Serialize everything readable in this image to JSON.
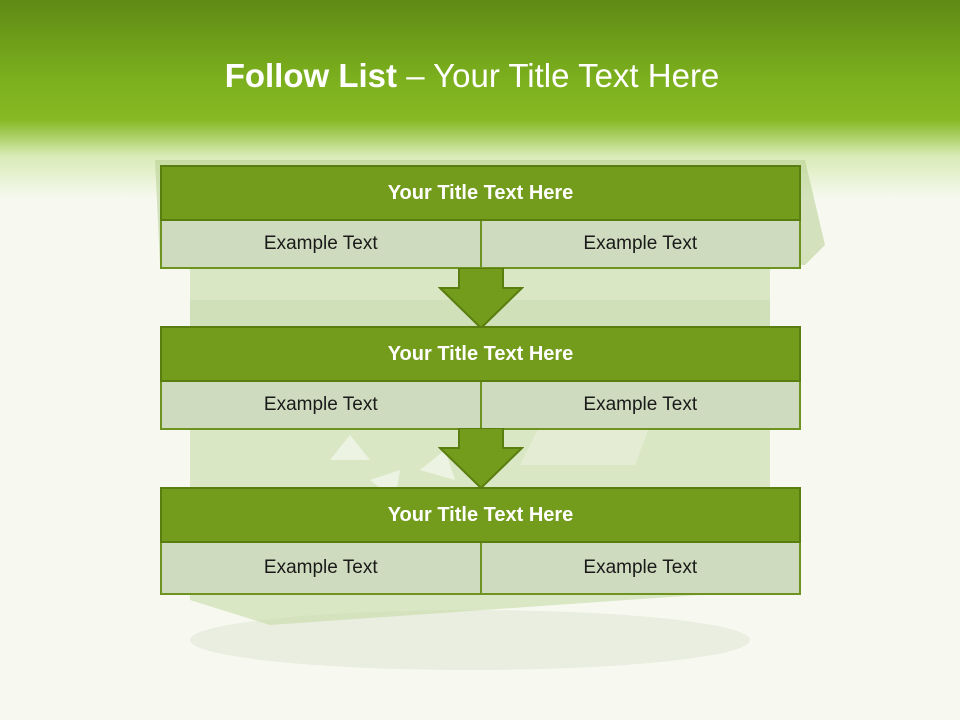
{
  "slide": {
    "title_bold": "Follow List",
    "title_rest": " – Your Title Text Here"
  },
  "blocks": [
    {
      "title": "Your Title Text Here",
      "cells": [
        "Example Text",
        "Example Text"
      ]
    },
    {
      "title": "Your Title Text Here",
      "cells": [
        "Example Text",
        "Example Text"
      ]
    },
    {
      "title": "Your Title Text Here",
      "cells": [
        "Example Text",
        "Example Text"
      ]
    }
  ],
  "colors": {
    "header_green": "#7cb01e",
    "box_title": "#739c1c",
    "box_cell": "#cfdbbe",
    "arrow": "#739c1c"
  }
}
